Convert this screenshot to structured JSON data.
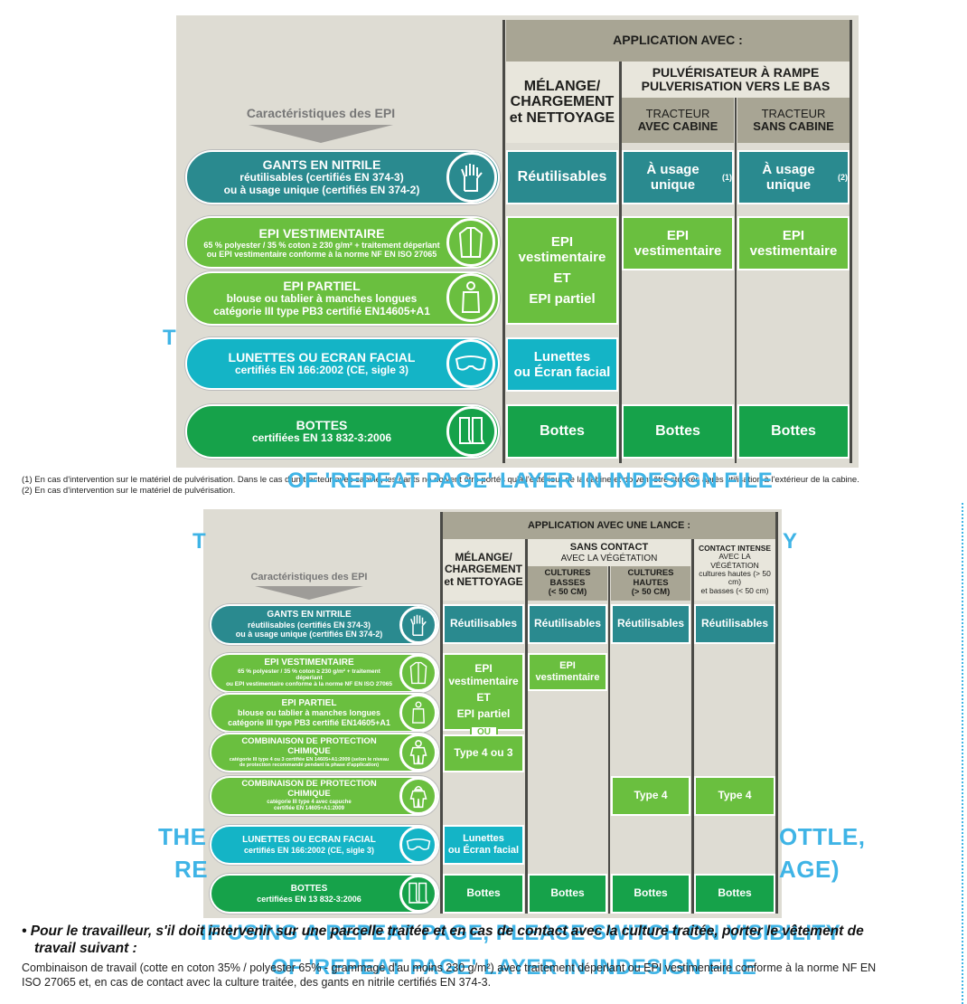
{
  "table1": {
    "application_header": "APPLICATION AVEC :",
    "col_melange": [
      "MÉLANGE/",
      "CHARGEMENT",
      "et NETTOYAGE"
    ],
    "col_pulverisateur": [
      "PULVÉRISATEUR À RAMPE",
      "PULVERISATION VERS LE BAS"
    ],
    "col_avec_cabine": [
      "TRACTEUR",
      "AVEC CABINE"
    ],
    "col_sans_cabine": [
      "TRACTEUR",
      "SANS CABINE"
    ],
    "caracteristiques": "Caractéristiques des EPI",
    "rows": {
      "gants": {
        "title": "GANTS EN NITRILE",
        "l1": "réutilisables (certifiés EN 374-3)",
        "l2": "ou à usage unique (certifiés EN 374-2)"
      },
      "vest": {
        "title": "EPI VESTIMENTAIRE",
        "l1": "65 % polyester / 35 % coton ≥ 230 g/m² + traitement déperlant",
        "l2": "ou EPI vestimentaire conforme à la norme NF EN ISO 27065"
      },
      "partiel": {
        "title": "EPI PARTIEL",
        "l1": "blouse ou tablier à manches longues",
        "l2": "catégorie III type PB3 certifié EN14605+A1"
      },
      "lunettes": {
        "title": "LUNETTES OU ECRAN FACIAL",
        "l1": "certifiés EN 166:2002 (CE, sigle 3)"
      },
      "bottes": {
        "title": "BOTTES",
        "l1": "certifiées EN 13 832-3:2006"
      }
    },
    "cells": {
      "reutilisables": "Réutilisables",
      "usage_unique_1": "À usage unique",
      "sup1": "(1)",
      "usage_unique_2": "À usage unique",
      "sup2": "(2)",
      "epi": "EPI",
      "vestimentaire": "vestimentaire",
      "et": "ET",
      "epi_partiel": "EPI partiel",
      "lunettes": "Lunettes",
      "ecran": "ou Écran facial",
      "bottes": "Bottes"
    }
  },
  "notes": [
    "(1) En cas d'intervention sur le matériel de pulvérisation. Dans le cas d'un tracteur avec cabine, les gants ne doivent être portés qu'à l'extérieur de la cabine et doivent être stockés après utilisation à l'extérieur de la cabine.",
    "(2) En cas d'intervention sur le matériel de pulvérisation."
  ],
  "table2": {
    "application_header": "APPLICATION AVEC UNE LANCE :",
    "col_melange": [
      "MÉLANGE/",
      "CHARGEMENT",
      "et NETTOYAGE"
    ],
    "col_sans_contact": "SANS CONTACT",
    "col_sans_contact_sub": "AVEC LA VÉGÉTATION",
    "col_contact": "CONTACT INTENSE",
    "col_contact_sub": [
      "AVEC LA VÉGÉTATION",
      "cultures hautes (> 50 cm)",
      "et basses (< 50 cm)"
    ],
    "col_basses": [
      "CULTURES BASSES",
      "(< 50 CM)"
    ],
    "col_hautes": [
      "CULTURES HAUTES",
      "(> 50 CM)"
    ],
    "caracteristiques": "Caractéristiques des EPI",
    "rows": {
      "gants": {
        "title": "GANTS EN NITRILE",
        "l1": "réutilisables (certifiés EN 374-3)",
        "l2": "ou à usage unique (certifiés EN 374-2)"
      },
      "vest": {
        "title": "EPI VESTIMENTAIRE",
        "l1": "65 % polyester / 35 % coton ≥ 230 g/m² + traitement déperlant",
        "l2": "ou EPI vestimentaire conforme à la norme NF EN ISO 27065"
      },
      "partiel": {
        "title": "EPI PARTIEL",
        "l1": "blouse ou tablier à manches longues",
        "l2": "catégorie III type PB3 certifié EN14605+A1"
      },
      "combi1": {
        "title": "COMBINAISON DE PROTECTION CHIMIQUE",
        "l1": "catégorie III type 4 ou 3 certifiée EN 14605+A1:2009 (selon le niveau",
        "l2": "de protection recommandé pendant la phase d'application)"
      },
      "combi2": {
        "title": "COMBINAISON DE PROTECTION CHIMIQUE",
        "l1": "catégorie III type 4 avec capuche",
        "l2": "certifiée EN 14605+A1:2009"
      },
      "lunettes": {
        "title": "LUNETTES OU ECRAN FACIAL",
        "l1": "certifiés EN 166:2002 (CE, sigle 3)"
      },
      "bottes": {
        "title": "BOTTES",
        "l1": "certifiées EN 13 832-3:2006"
      }
    },
    "cells": {
      "reutilisables": "Réutilisables",
      "epi": "EPI",
      "vestimentaire": "vestimentaire",
      "et": "ET",
      "epi_partiel": "EPI partiel",
      "ou": "OU",
      "type43": "Type 4 ou 3",
      "type4": "Type 4",
      "lunettes": "Lunettes",
      "ecran": "ou Écran facial",
      "bottes": "Bottes"
    }
  },
  "bullet": {
    "heading_1": "• Pour le travailleur, s'il doit intervenir sur une parcelle traitée et en cas de contact avec la culture traitée, porter le vêtement de",
    "heading_2": "travail suivant :",
    "body_1": "Combinaison de travail (cotte en coton 35% / polyester 65% - grammage d'au moins 230 g/m²) avec traitement déperlant ou EPI vestimentaire conforme à la norme NF EN",
    "body_2": "ISO 27065 et, en cas de contact avec la culture traitée, des gants en nitrile certifiés EN 374-3."
  },
  "watermark": {
    "line_a": "OF 'REPEAT PAGE' LAYER IN INDESIGN FILE",
    "line_b": "IF USING A REPEAT PAGE, PLEASE SWITCH ON VISIBILITY",
    "line_c": "OF 'REPEAT PAGE' LAYER IN INDESIGN FILE",
    "frag_t1": "T",
    "frag_t2": "T",
    "frag_y": "Y",
    "frag_the": "THE",
    "frag_re": "RE",
    "frag_ottle": "OTTLE,",
    "frag_age": "AGE)"
  },
  "icons": [
    "glove-icon",
    "coat-icon",
    "apron-icon",
    "goggles-icon",
    "boot-icon",
    "coverall-icon",
    "hood-coverall-icon"
  ],
  "colors": {
    "teal": "#2a8a8f",
    "light_green": "#6abf3f",
    "green": "#16a24a",
    "cyan": "#14b4c6",
    "header": "#a8a594",
    "panel": "#dedcd3",
    "watermark": "#3fb4e6"
  }
}
